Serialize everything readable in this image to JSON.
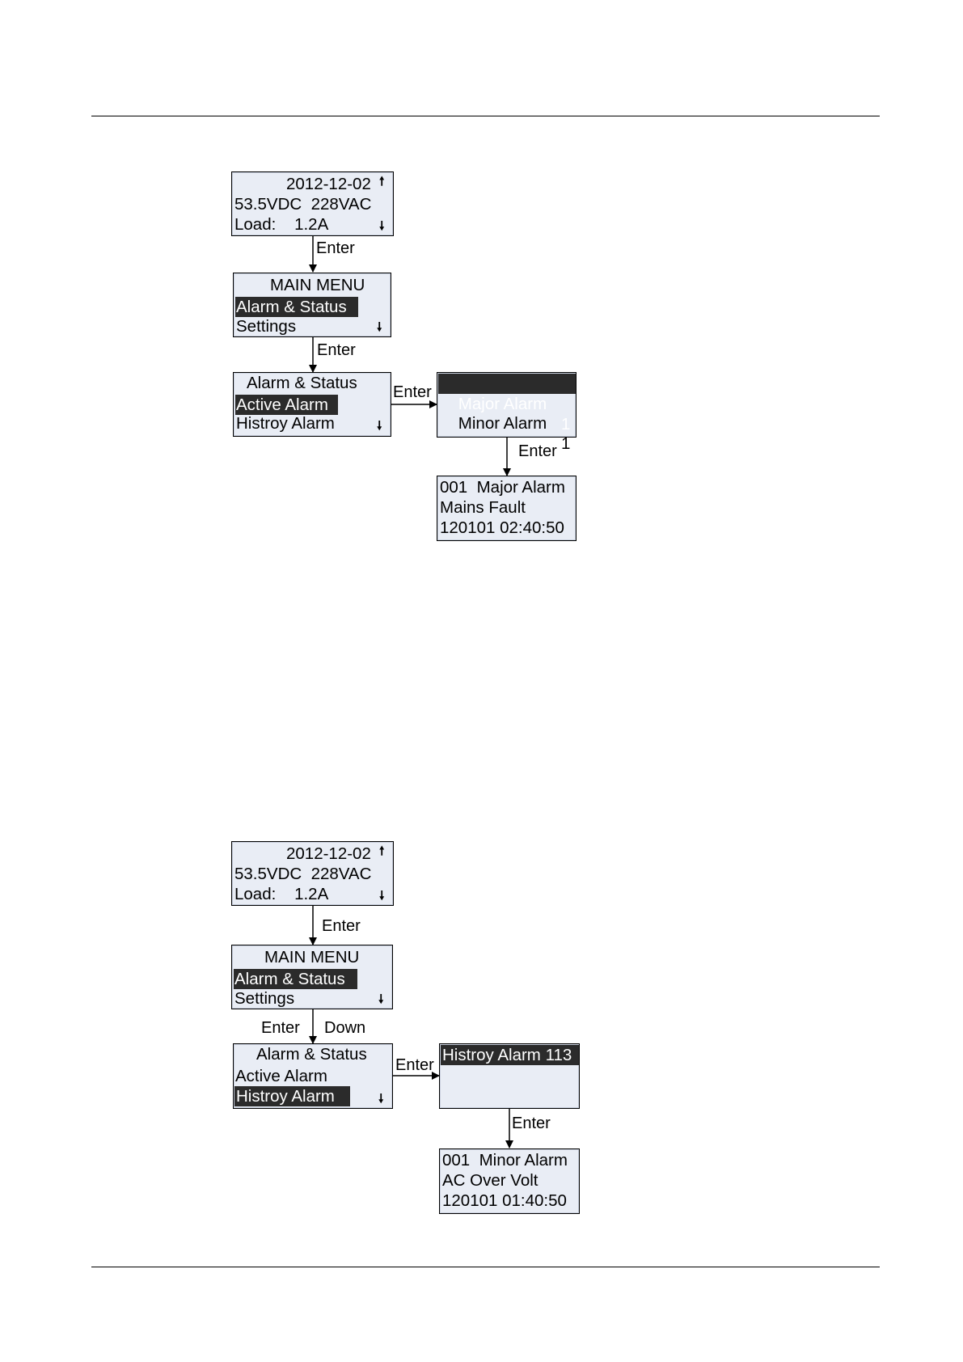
{
  "colors": {
    "lcd_bg": "#e9edf5",
    "highlight_bg": "#2b2b2b",
    "line": "#000000"
  },
  "flow1": {
    "home": {
      "date": "2012-12-02",
      "voltages": "53.5VDC  228VAC",
      "load": "Load:    1.2A",
      "up_icon": "arrow-up-icon",
      "down_icon": "arrow-down-icon"
    },
    "enter1": "Enter",
    "main_menu": {
      "title": "MAIN MENU",
      "selected": "Alarm & Status",
      "next": "Settings"
    },
    "enter2": "Enter",
    "alarm_status": {
      "title": "Alarm & Status",
      "selected": "Active Alarm",
      "next": "Histroy Alarm"
    },
    "enter3": "Enter",
    "alarm_counts": {
      "major_label": "Major Alarm",
      "major_count": "1",
      "minor_label": "Minor Alarm",
      "minor_count": "1"
    },
    "enter4": "Enter",
    "alarm_detail": {
      "line1": "001  Major Alarm",
      "line2": "Mains Fault",
      "line3": "120101 02:40:50"
    }
  },
  "flow2": {
    "home": {
      "date": "2012-12-02",
      "voltages": "53.5VDC  228VAC",
      "load": "Load:    1.2A"
    },
    "enter1": "Enter",
    "main_menu": {
      "title": "MAIN MENU",
      "selected": "Alarm & Status",
      "next": "Settings"
    },
    "enter2": "Enter",
    "down": "Down",
    "alarm_status": {
      "title": "Alarm & Status",
      "item": "Active Alarm",
      "selected": "Histroy Alarm"
    },
    "enter3": "Enter",
    "history": {
      "header": "Histroy Alarm 113"
    },
    "enter4": "Enter",
    "alarm_detail": {
      "line1": "001  Minor Alarm",
      "line2": "AC Over Volt",
      "line3": "120101 01:40:50"
    }
  }
}
